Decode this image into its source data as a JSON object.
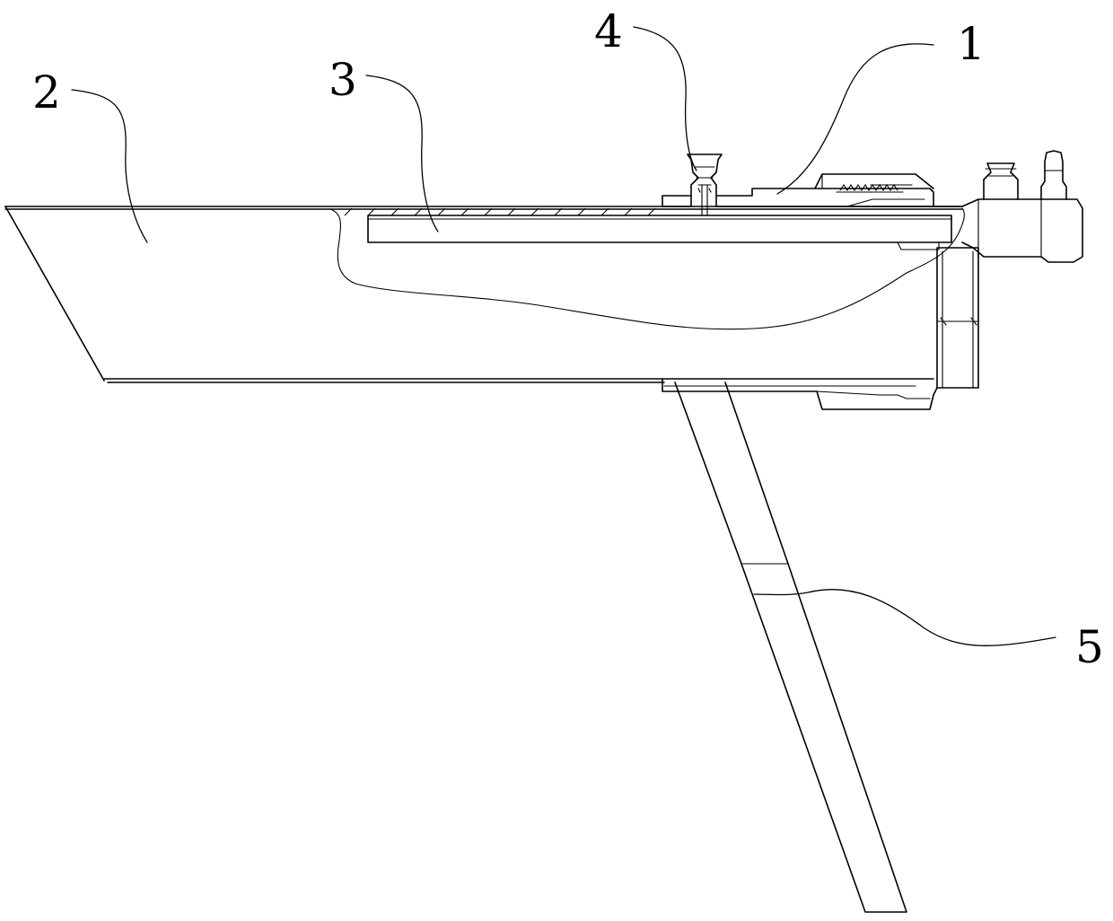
{
  "figure": {
    "background": "#ffffff",
    "line_color": "#000000",
    "callouts": [
      {
        "id": "1",
        "label": "1"
      },
      {
        "id": "2",
        "label": "2"
      },
      {
        "id": "3",
        "label": "3"
      },
      {
        "id": "4",
        "label": "4"
      },
      {
        "id": "5",
        "label": "5"
      }
    ]
  }
}
